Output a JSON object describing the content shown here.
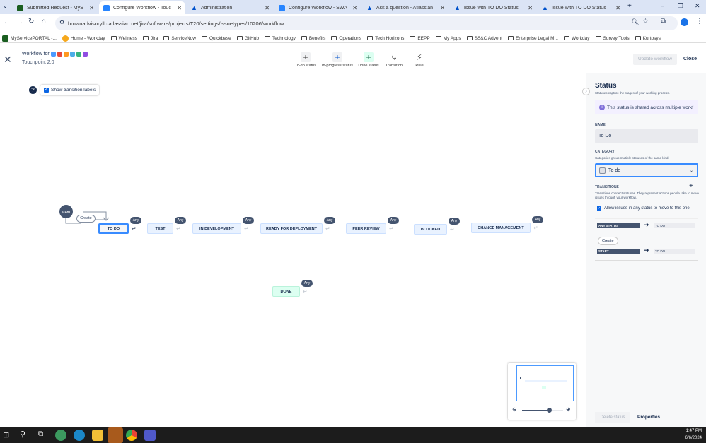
{
  "browser": {
    "tabs": [
      {
        "title": "Submitted Request - MyService",
        "active": false
      },
      {
        "title": "Configure Workflow - Touchpoi",
        "active": true
      },
      {
        "title": "Administration",
        "active": false
      },
      {
        "title": "Configure Workflow - SWAT - I",
        "active": false
      },
      {
        "title": "Ask a question - Atlassian Com",
        "active": false
      },
      {
        "title": "Issue with TO DO Status",
        "active": false
      },
      {
        "title": "Issue with TO DO Status",
        "active": false
      }
    ],
    "url": "brownadvisoryllc.atlassian.net/jira/software/projects/T20/settings/issuetypes/10206/workflow",
    "bookmarks": [
      "MyServicePORTAL -...",
      "Home - Workday",
      "Wellness",
      "Jira",
      "ServiceNow",
      "Quickbase",
      "GitHub",
      "Technology",
      "Benefits",
      "Operations",
      "Tech Horizons",
      "EEPP",
      "My Apps",
      "SS&C Advent",
      "Enterprise Legal M...",
      "Workday",
      "Survey Tools",
      "Kurtosys"
    ]
  },
  "header": {
    "title": "Workflow for",
    "subtitle": "Touchpoint 2.0",
    "issue_type_colors": [
      "#4c9aff",
      "#e5493a",
      "#ff991f",
      "#4bade8",
      "#36b37e",
      "#904ee2"
    ],
    "tools": [
      "To-do status",
      "In-progress status",
      "Done status",
      "Transition",
      "Rule"
    ],
    "update_label": "Update workflow",
    "close_label": "Close"
  },
  "canvas": {
    "show_transition_labels": "Show transition labels",
    "show_transition_labels_checked": true,
    "start_label": "START",
    "create_label": "Create",
    "any_label": "Any",
    "statuses": [
      "TO DO",
      "TEST",
      "IN DEVELOPMENT",
      "READY FOR DEPLOYMENT",
      "PEER REVIEW",
      "BLOCKED",
      "CHANGE MANAGEMENT",
      "DONE"
    ],
    "zoom_level": 0.65
  },
  "panel": {
    "title": "Status",
    "description": "Statuses capture the stages of your working process.",
    "info": "This status is shared across multiple workf",
    "name_label": "NAME",
    "name_value": "To Do",
    "category_label": "CATEGORY",
    "category_desc": "Categories group multiple statuses of the same kind.",
    "category_value": "To do",
    "transitions_label": "TRANSITIONS",
    "transitions_desc": "Transitions connect statuses. They represent actions people take to move issues through your workflow.",
    "allow_any": "Allow issues in any status to move to this one",
    "allow_any_checked": true,
    "transition1": {
      "from": "ANY STATUS",
      "to": "TO DO"
    },
    "transition2": {
      "name": "Create",
      "from": "START",
      "to": "TO DO"
    },
    "delete_label": "Delete status",
    "properties_label": "Properties"
  },
  "taskbar": {
    "time": "1:47 PM",
    "date": "6/6/2024"
  }
}
